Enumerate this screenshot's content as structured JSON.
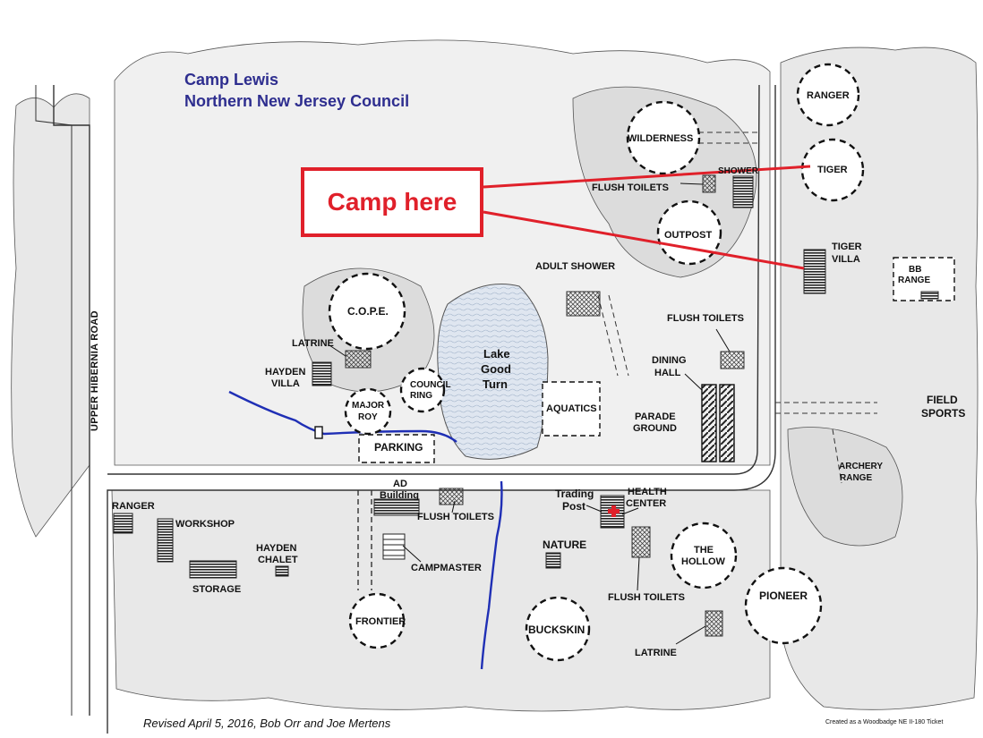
{
  "title": {
    "line1": "Camp Lewis",
    "line2": "Northern New Jersey Council"
  },
  "callout": "Camp here",
  "road_label": "UPPER HIBERNIA ROAD",
  "lake": {
    "line1": "Lake",
    "line2": "Good",
    "line3": "Turn"
  },
  "labels": {
    "ranger_top": "RANGER",
    "wilderness": "WILDERNESS",
    "tiger": "TIGER",
    "flush_toilets_1": "FLUSH TOILETS",
    "shower_1": "SHOWER",
    "outpost": "OUTPOST",
    "tiger_villa_1": "TIGER",
    "tiger_villa_2": "VILLA",
    "bb_range_1": "BB",
    "bb_range_2": "RANGE",
    "adult_shower": "ADULT SHOWER",
    "cope": "C.O.P.E.",
    "latrine_1": "LATRINE",
    "hayden_villa_1": "HAYDEN",
    "hayden_villa_2": "VILLA",
    "council_ring_1": "COUNCIL",
    "council_ring_2": "RING",
    "major_roy_1": "MAJOR",
    "major_roy_2": "ROY",
    "parking": "PARKING",
    "aquatics": "AQUATICS",
    "flush_toilets_2": "FLUSH TOILETS",
    "dining_hall_1": "DINING",
    "dining_hall_2": "HALL",
    "parade_ground_1": "PARADE",
    "parade_ground_2": "GROUND",
    "field_sports_1": "FIELD",
    "field_sports_2": "SPORTS",
    "archery_range_1": "ARCHERY",
    "archery_range_2": "RANGE",
    "ranger_bottom": "RANGER",
    "workshop": "WORKSHOP",
    "hayden_chalet_1": "HAYDEN",
    "hayden_chalet_2": "CHALET",
    "storage": "STORAGE",
    "ad_building_1": "AD",
    "ad_building_2": "Building",
    "flush_toilets_3": "FLUSH TOILETS",
    "campmaster": "CAMPMASTER",
    "frontier": "FRONTIER",
    "trading_post_1": "Trading",
    "trading_post_2": "Post",
    "health_center_1": "HEALTH",
    "health_center_2": "CENTER",
    "nature": "NATURE",
    "the_hollow_1": "THE",
    "the_hollow_2": "HOLLOW",
    "flush_toilets_4": "FLUSH TOILETS",
    "buckskin": "BUCKSKIN",
    "pioneer": "PIONEER",
    "latrine_2": "LATRINE"
  },
  "footer": "Revised April 5, 2016, Bob Orr and Joe Mertens",
  "credit": "Created as a Woodbadge NE II-180 Ticket",
  "colors": {
    "callout": "#e0202a",
    "title": "#2e2e8f",
    "stream": "#1f2fb5",
    "lake": "#dfe6f0",
    "woods": "#e8e8e8"
  }
}
